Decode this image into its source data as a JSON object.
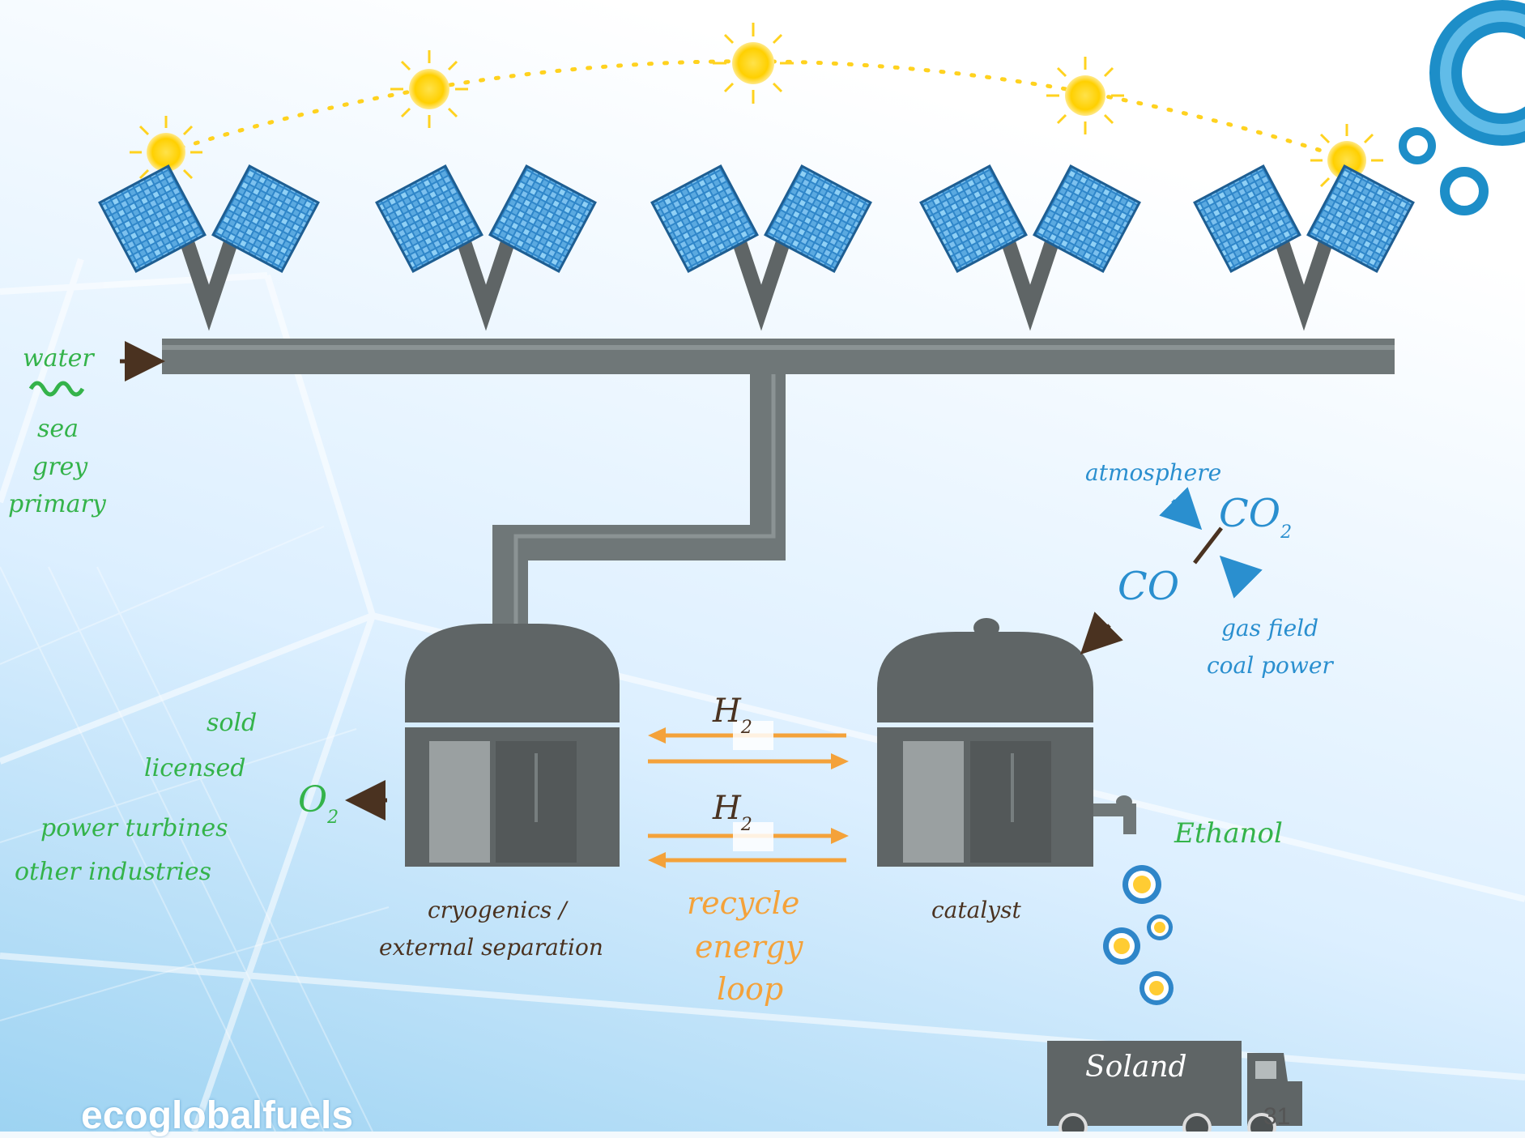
{
  "labels": {
    "water": "water",
    "sea": "sea",
    "grey": "grey",
    "primary": "primary",
    "sold": "sold",
    "licensed": "licensed",
    "power_turbines": "power turbines",
    "other_industries": "other industries",
    "o2_main": "O",
    "o2_sub": "2",
    "h2_top_main": "H",
    "h2_top_sub": "2",
    "h2_bottom_main": "H",
    "h2_bottom_sub": "2",
    "cryogenics_1": "cryogenics /",
    "cryogenics_2": "external separation",
    "recycle_1": "recycle",
    "recycle_2": "energy",
    "recycle_3": "loop",
    "catalyst": "catalyst",
    "atmosphere": "atmosphere",
    "co2_main": "CO",
    "co2_sub": "2",
    "co": "CO",
    "gas_field": "gas field",
    "coal_power": "coal power",
    "ethanol": "Ethanol",
    "truck_label": "Soland"
  },
  "brand": "ecoglobalfuels",
  "page_number": "31",
  "colors": {
    "pipe": "#6f7778",
    "tank_dark": "#5f6566",
    "solar_blue": "#2f86c9",
    "sun_yellow": "#ffd21f",
    "green_text": "#34b34a",
    "blue_text": "#2a8fcf",
    "orange_text": "#f4a23a",
    "brown_text": "#4a3220"
  }
}
